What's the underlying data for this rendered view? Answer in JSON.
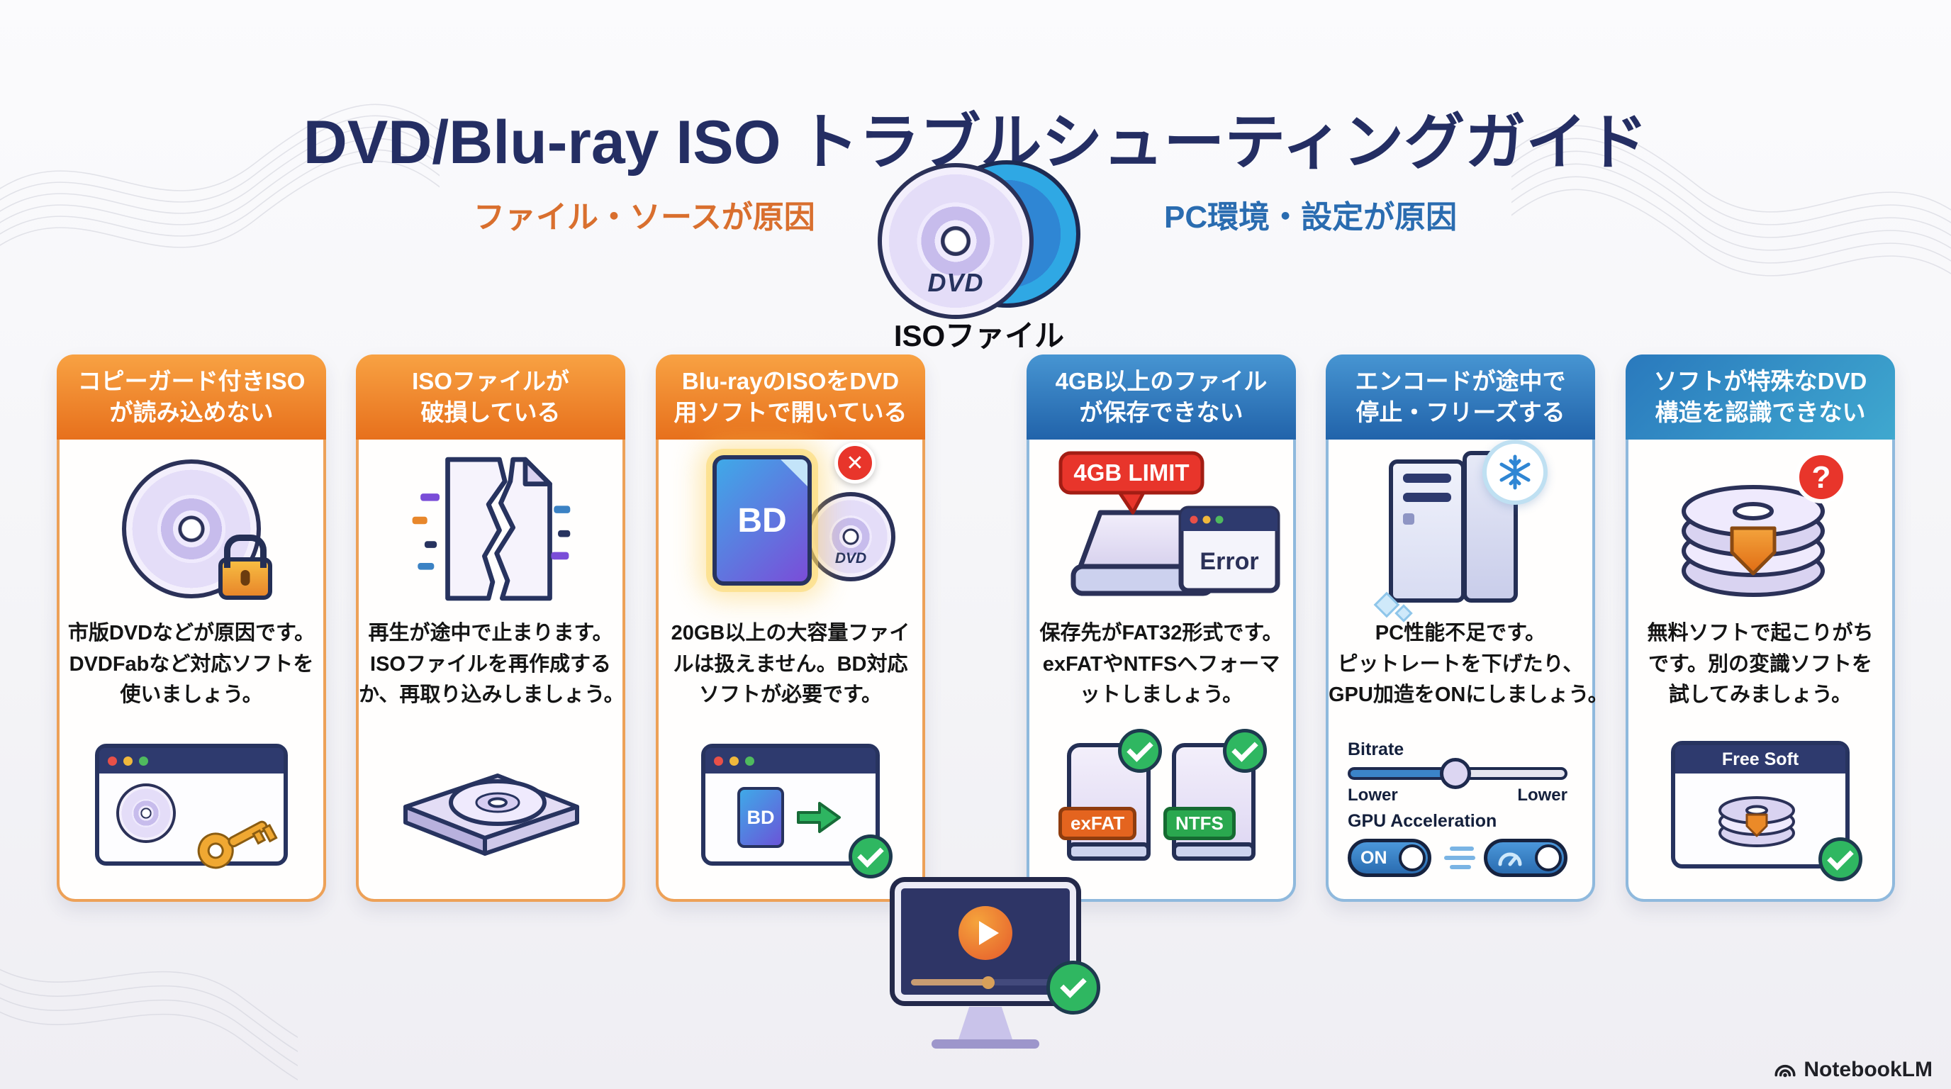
{
  "title": "DVD/Blu-ray ISO トラブルシューティングガイド",
  "groups": {
    "file_source": {
      "label": "ファイル・ソースが原因",
      "accent": "#d96f2e"
    },
    "pc_env": {
      "label": "PC環境・設定が原因",
      "accent": "#2a6cb0"
    }
  },
  "center_icon": {
    "icon": "dvd-and-iso-discs-icon",
    "disc_label": "DVD",
    "caption": "ISOファイル"
  },
  "colors": {
    "title_navy": "#242e63",
    "card_orange_border": "#eda158",
    "card_blue_border": "#8fb9dd",
    "success_green": "#2fb761",
    "error_red": "#e8352b"
  },
  "cards": [
    {
      "id": "copy-guard-iso",
      "group": "file_source",
      "title_lines": [
        "コピーガード付きISO",
        "が読み込めない"
      ],
      "body_lines": [
        "市版DVDなどが原因です。",
        "DVDFabなど対応ソフトを",
        "使いましょう。"
      ],
      "icon_main": "locked-disc-icon",
      "icon_bottom": "ripper-window-with-disc-and-key-icon"
    },
    {
      "id": "corrupted-iso",
      "group": "file_source",
      "title_lines": [
        "ISOファイルが",
        "破損している"
      ],
      "body_lines": [
        "再生が途中で止まります。",
        "ISOファイルを再作成する",
        "か、再取り込みしましょう。"
      ],
      "icon_main": "corrupted-file-icon",
      "icon_bottom": "disc-drive-tray-icon"
    },
    {
      "id": "bd-iso-in-dvd-software",
      "group": "file_source",
      "title_lines": [
        "Blu-rayのISOをDVD",
        "用ソフトで開いている"
      ],
      "body_lines": [
        "20GB以上の大容量ファイ",
        "ルは扱えません。BD対応",
        "ソフトが必要です。"
      ],
      "labels": {
        "bd_file": "BD",
        "dvd_disc": "DVD",
        "bottom_bd": "BD"
      },
      "icon_main": "bd-file-rejected-icon",
      "icon_bottom": "bd-compatible-window-icon"
    },
    {
      "id": "fat32-4gb-limit",
      "group": "pc_env",
      "title_lines": [
        "4GB以上のファイル",
        "が保存できない"
      ],
      "body_lines": [
        "保存先がFAT32形式です。",
        "exFATやNTFSへフォーマ",
        "ットしましょう。"
      ],
      "labels": {
        "limit_badge": "4GB LIMIT",
        "error_dialog": "Error",
        "drive_left": "exFAT",
        "drive_right": "NTFS"
      },
      "icon_main": "4gb-limit-drive-error-icon",
      "icon_bottom": "exfat-ntfs-drives-icon"
    },
    {
      "id": "encode-freeze",
      "group": "pc_env",
      "title_lines": [
        "エンコードが途中で",
        "停止・フリーズする"
      ],
      "body_lines": [
        "PC性能不足です。",
        "ピットレートを下げたり、",
        "GPU加造をONにしましょう。"
      ],
      "labels": {
        "bitrate": "Bitrate",
        "lower_left": "Lower",
        "lower_right": "Lower",
        "gpu": "GPU Acceleration",
        "on": "ON"
      },
      "state": {
        "bitrate_slider_position": 0.5,
        "gpu_toggle_on": true
      },
      "icon_main": "frozen-pc-icon",
      "icon_bottom": "encoder-settings-illustration"
    },
    {
      "id": "unrecognized-dvd-structure",
      "group": "pc_env",
      "title_lines": [
        "ソフトが特殊なDVD",
        "構造を認識できない"
      ],
      "body_lines": [
        "無料ソフトで起こりがち",
        "です。別の変識ソフトを",
        "試してみましょう。"
      ],
      "labels": {
        "free_soft": "Free Soft",
        "question_badge": "?"
      },
      "icon_main": "disc-stack-question-icon",
      "icon_bottom": "free-soft-window-icon"
    }
  ],
  "footer": {
    "brand": "NotebookLM"
  }
}
